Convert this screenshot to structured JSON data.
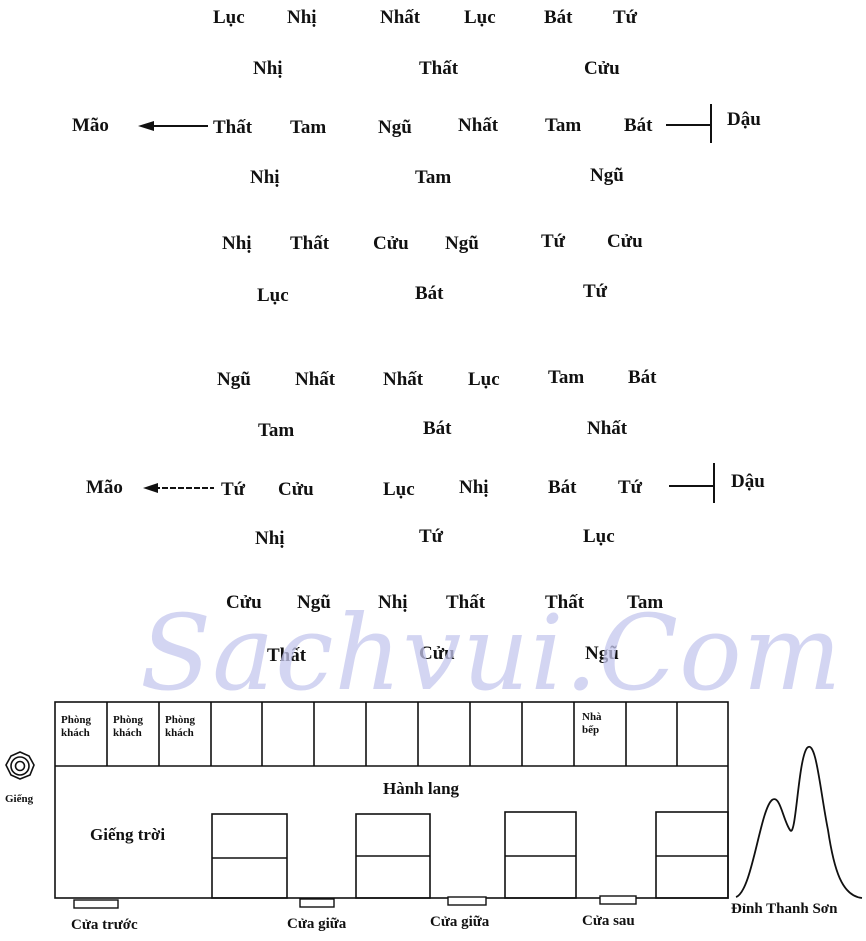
{
  "watermark": "Sachvui.Com",
  "grid1": {
    "row1": [
      "Lục",
      "Nhị",
      "Nhất",
      "Lục",
      "Bát",
      "Tứ"
    ],
    "row2": [
      "Nhị",
      "Thất",
      "Cửu"
    ],
    "row3": {
      "left_label": "Mão",
      "items": [
        "Thất",
        "Tam",
        "Ngũ",
        "Nhất",
        "Tam",
        "Bát"
      ],
      "right_label": "Dậu"
    },
    "row4": [
      "Nhị",
      "Tam",
      "Ngũ"
    ],
    "row5": [
      "Nhị",
      "Thất",
      "Cửu",
      "Ngũ",
      "Tứ",
      "Cửu"
    ],
    "row6": [
      "Lục",
      "Bát",
      "Tứ"
    ]
  },
  "grid2": {
    "row1": [
      "Ngũ",
      "Nhất",
      "Nhất",
      "Lục",
      "Tam",
      "Bát"
    ],
    "row2": [
      "Tam",
      "Bát",
      "Nhất"
    ],
    "row3": {
      "left_label": "Mão",
      "items": [
        "Tứ",
        "Cửu",
        "Lục",
        "Nhị",
        "Bát",
        "Tứ"
      ],
      "right_label": "Dậu"
    },
    "row4": [
      "Nhị",
      "Tứ",
      "Lục"
    ],
    "row5": [
      "Cửu",
      "Ngũ",
      "Nhị",
      "Thất",
      "Thất",
      "Tam"
    ],
    "row6": [
      "Thất",
      "Cửu",
      "Ngũ"
    ]
  },
  "plan": {
    "rooms": [
      "Phòng khách",
      "Phòng khách",
      "Phòng khách",
      "Nhà bếp"
    ],
    "corridor": "Hành lang",
    "courtyard": "Giếng trời",
    "well": "Giếng",
    "doors": [
      "Cửa trước",
      "Cửa giữa",
      "Cửa giữa",
      "Cửa sau"
    ],
    "mountain": "Đỉnh Thanh Sơn"
  }
}
